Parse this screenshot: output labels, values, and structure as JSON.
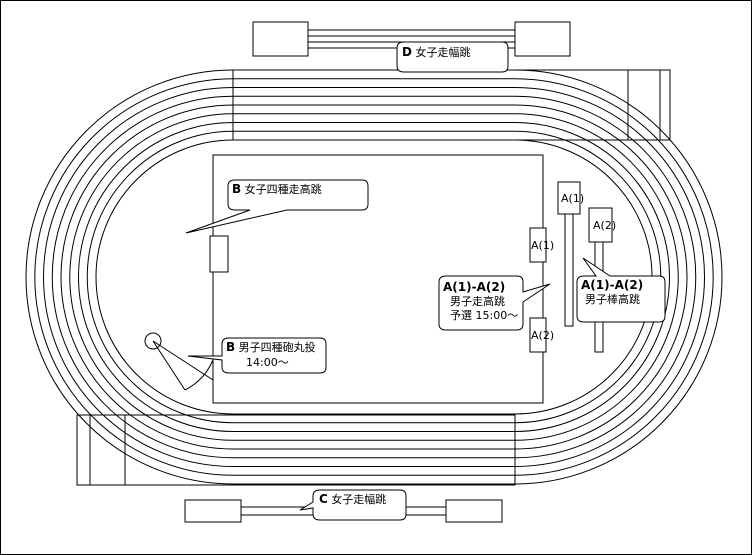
{
  "callouts": {
    "d": {
      "tag": "D",
      "label": "女子走幅跳"
    },
    "c": {
      "tag": "C",
      "label": "女子走幅跳"
    },
    "b_high": {
      "tag": "B",
      "label": "女子四種走高跳"
    },
    "b_shot": {
      "tag": "B",
      "label": "男子四種砲丸投",
      "time": "14:00～"
    },
    "a_high": {
      "tag": "A(1)-A(2)",
      "label": "男子走高跳",
      "time": "予選 15:00～"
    },
    "a_pole": {
      "tag": "A(1)-A(2)",
      "label": "男子棒高跳"
    }
  },
  "markers": {
    "a1": "A(1)",
    "a2": "A(2)"
  },
  "track": {
    "lane_lines": 9
  }
}
